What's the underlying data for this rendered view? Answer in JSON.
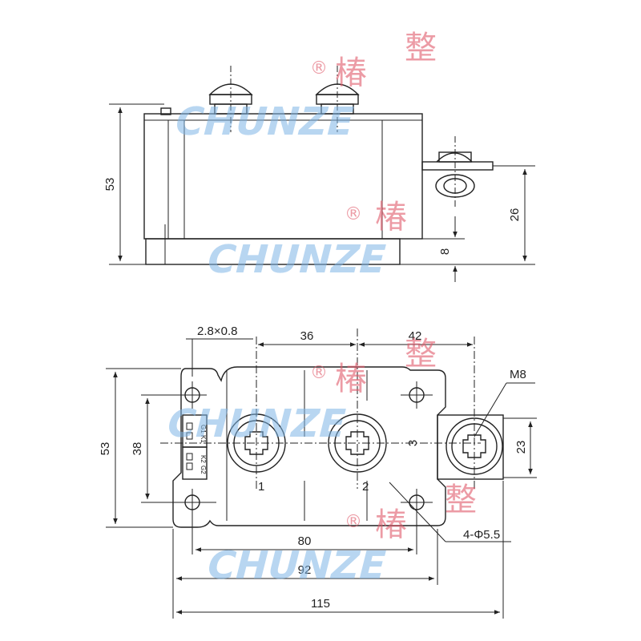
{
  "watermark": {
    "brand": "CHUNZE",
    "chinese_1": "椿",
    "chinese_2": "整",
    "registered": "®",
    "color_brand": "#7fb6e6",
    "color_chinese": "#e05a6a"
  },
  "side_view": {
    "dims": {
      "height_total": "53",
      "height_terminal": "26",
      "base": "8"
    }
  },
  "top_view": {
    "dims": {
      "pin_size": "2.8×0.8",
      "pitch_1_2": "36",
      "pitch_2_3": "42",
      "thread": "M8",
      "height_total": "53",
      "height_holes": "38",
      "terminal_width": "23",
      "hole_spacing": "80",
      "body_length": "92",
      "total_length": "115",
      "holes": "4-Φ5.5"
    },
    "terminals": {
      "t1": "1",
      "t2": "2",
      "t3": "3"
    },
    "gate_labels": {
      "k1": "K1",
      "g1": "G1",
      "g2": "G2",
      "k2": "K2"
    }
  }
}
